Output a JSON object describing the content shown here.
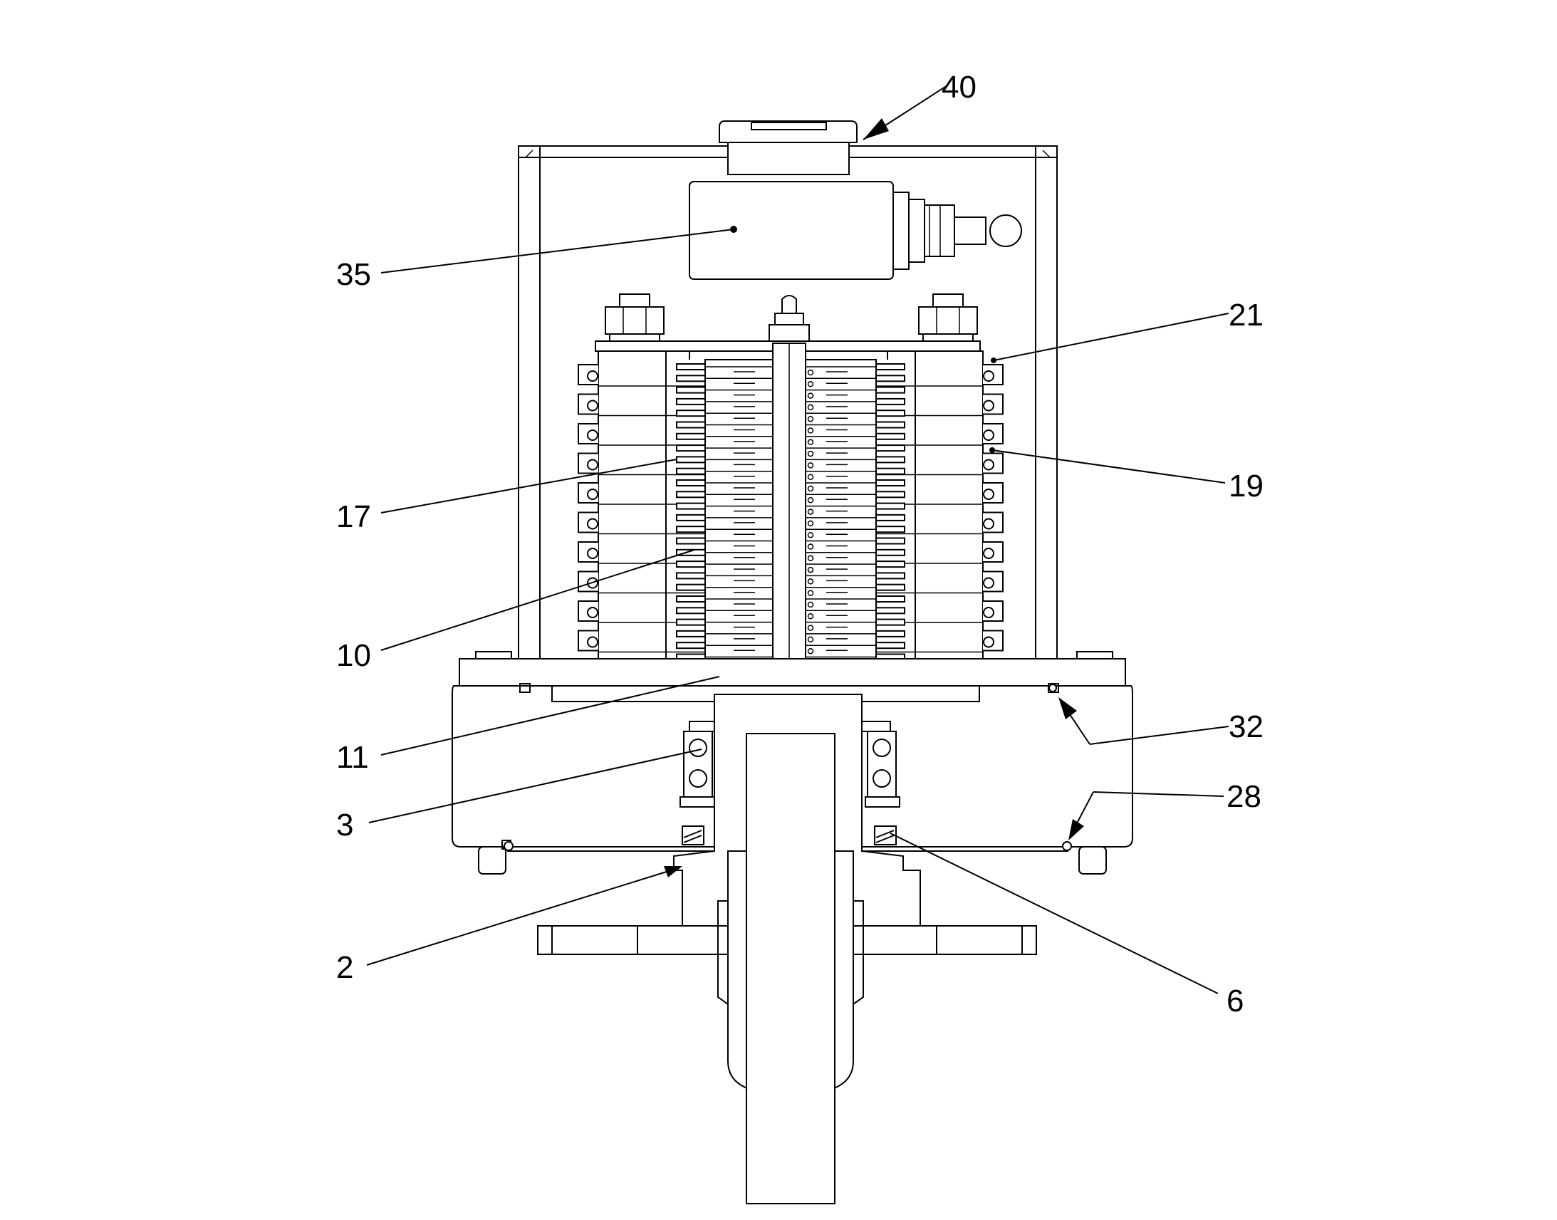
{
  "labels": [
    {
      "id": "40",
      "text": "40"
    },
    {
      "id": "35",
      "text": "35"
    },
    {
      "id": "21",
      "text": "21"
    },
    {
      "id": "19",
      "text": "19"
    },
    {
      "id": "17",
      "text": "17"
    },
    {
      "id": "10",
      "text": "10"
    },
    {
      "id": "11",
      "text": "11"
    },
    {
      "id": "32",
      "text": "32"
    },
    {
      "id": "3",
      "text": "3"
    },
    {
      "id": "28",
      "text": "28"
    },
    {
      "id": "2",
      "text": "2"
    },
    {
      "id": "6",
      "text": "6"
    }
  ]
}
